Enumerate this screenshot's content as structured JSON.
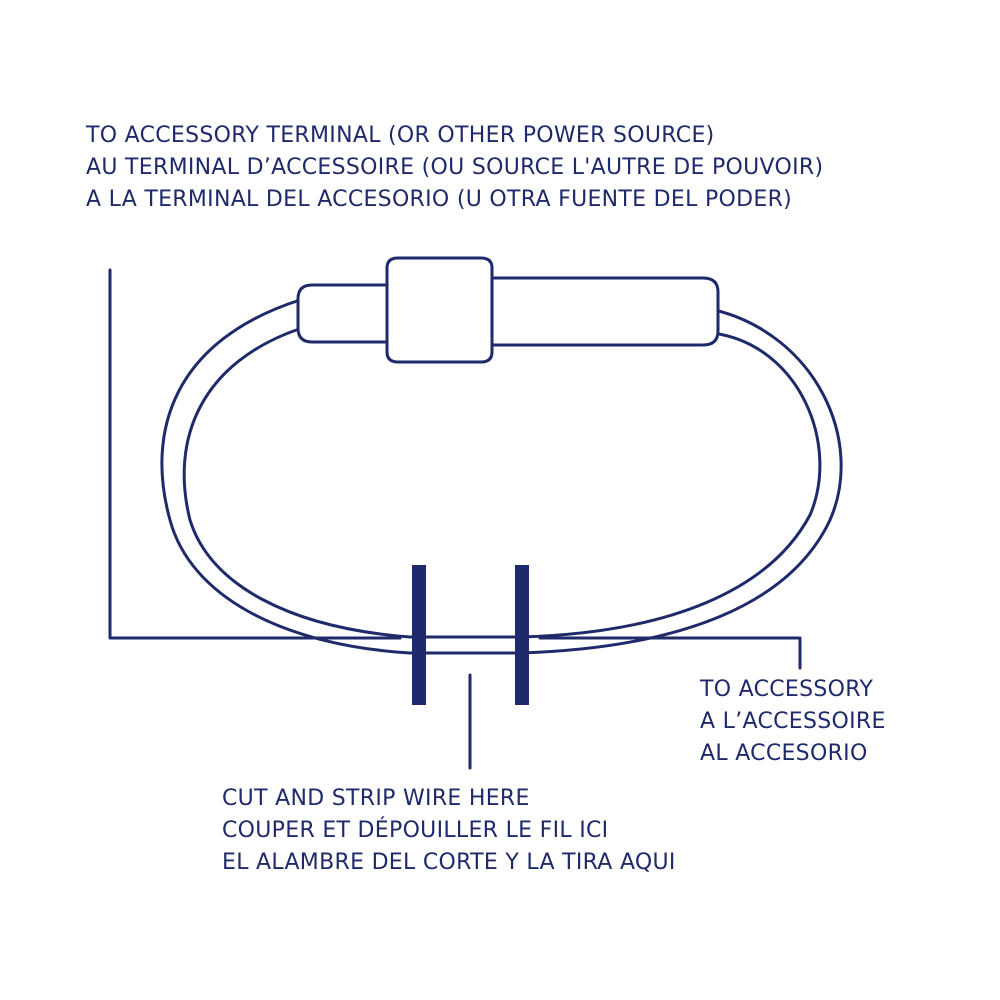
{
  "colors": {
    "ink": "#1f2a6b",
    "background": "#ffffff"
  },
  "labels": {
    "power_source": {
      "en": "TO ACCESSORY TERMINAL (OR OTHER POWER SOURCE)",
      "fr": "AU TERMINAL D’ACCESSOIRE (OU SOURCE L'AUTRE DE POUVOIR)",
      "es": "A LA TERMINAL DEL ACCESORIO (U OTRA FUENTE DEL PODER)"
    },
    "accessory": {
      "en": "TO ACCESSORY",
      "fr": "A L’ACCESSOIRE",
      "es": "AL ACCESORIO"
    },
    "cut_wire": {
      "en": "CUT AND STRIP WIRE HERE",
      "fr": "COUPER ET DÉPOUILLER LE FIL ICI",
      "es": "EL ALAMBRE DEL CORTE Y LA TIRA AQUI"
    }
  }
}
